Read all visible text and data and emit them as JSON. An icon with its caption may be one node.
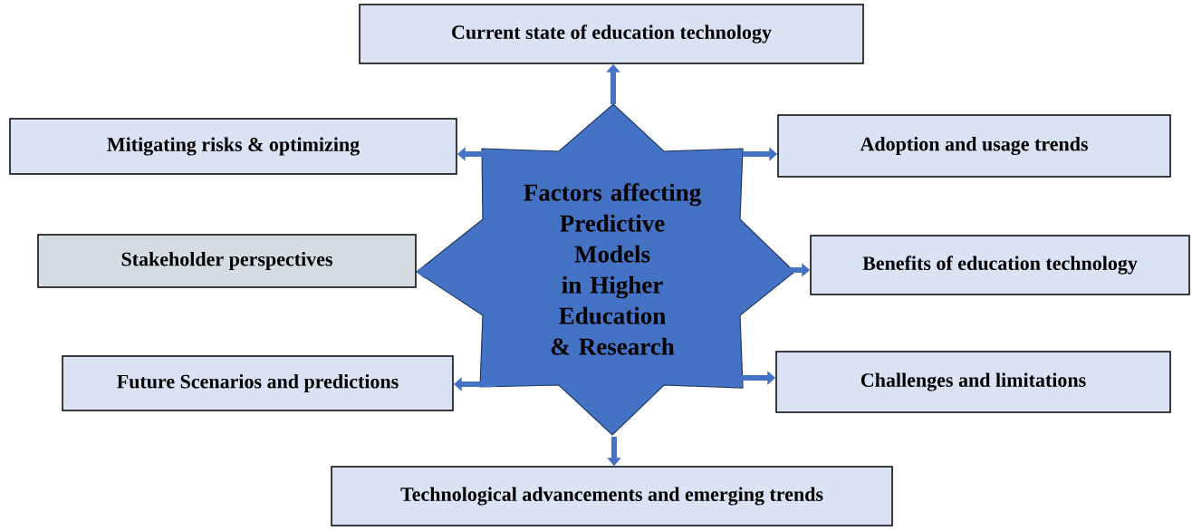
{
  "diagram": {
    "nodes": [
      {
        "text": [
          "Factors affecting Predictive Models in Higher Education & Research"
        ]
      },
      {
        "text": [
          "Current state of education technology"
        ]
      },
      {
        "text": [
          "Mitigating risks & optimizing"
        ]
      },
      {
        "text": [
          "Adoption and usage trends"
        ]
      },
      {
        "text": [
          "Stakeholder perspectives"
        ]
      },
      {
        "text": [
          "Benefits of education technology"
        ]
      },
      {
        "text": [
          "Future Scenarios and predictions"
        ]
      },
      {
        "text": [
          "Challenges and limitations"
        ]
      },
      {
        "text": [
          "Technological advancements and emerging trends"
        ]
      }
    ],
    "edges": [
      {
        "from": 0,
        "to": 1,
        "arrow": "to"
      },
      {
        "from": 0,
        "to": 2,
        "arrow": "to"
      },
      {
        "from": 0,
        "to": 3,
        "arrow": "to"
      },
      {
        "from": 0,
        "to": 4,
        "arrow": "to"
      },
      {
        "from": 0,
        "to": 5,
        "arrow": "to"
      },
      {
        "from": 0,
        "to": 6,
        "arrow": "to"
      },
      {
        "from": 0,
        "to": 7,
        "arrow": "to"
      },
      {
        "from": 0,
        "to": 8,
        "arrow": "to"
      }
    ]
  }
}
